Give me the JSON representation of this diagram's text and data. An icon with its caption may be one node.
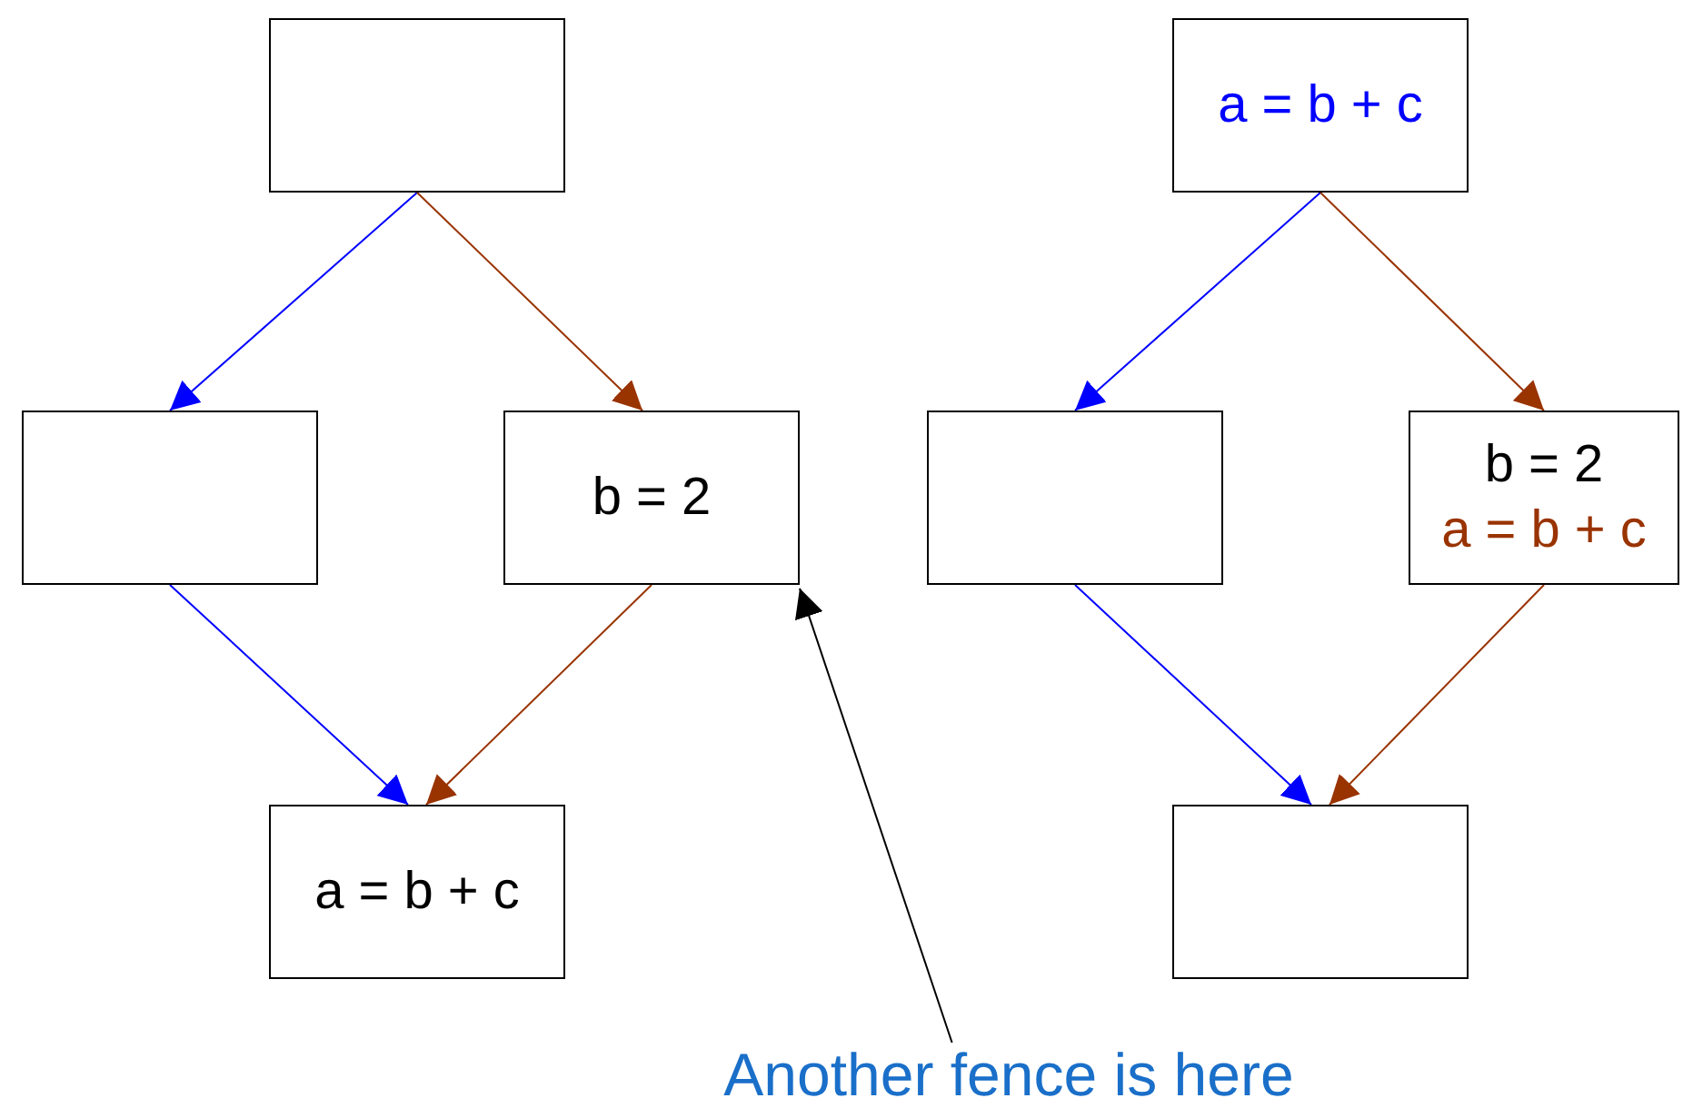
{
  "diagram": {
    "nodes": [
      {
        "text": [],
        "shape": "box"
      },
      {
        "text": [],
        "shape": "box"
      },
      {
        "text": [
          "b = 2"
        ]
      },
      {
        "text": [
          "a = b + c"
        ]
      },
      {
        "text": [
          "a = b + c"
        ]
      },
      {
        "text": [],
        "shape": "box"
      },
      {
        "text": [
          "b = 2",
          "a = b + c"
        ]
      },
      {
        "text": [],
        "shape": "box"
      },
      {
        "text": [
          "Another fence is here"
        ]
      }
    ],
    "edges": [
      {
        "from": 0,
        "to": 1,
        "arrow": "to",
        "color": "#0000ff"
      },
      {
        "from": 0,
        "to": 2,
        "arrow": "to",
        "color": "#993300"
      },
      {
        "from": 1,
        "to": 3,
        "arrow": "to",
        "color": "#0000ff"
      },
      {
        "from": 2,
        "to": 3,
        "arrow": "to",
        "color": "#993300"
      },
      {
        "from": 4,
        "to": 5,
        "arrow": "to",
        "color": "#0000ff"
      },
      {
        "from": 4,
        "to": 6,
        "arrow": "to",
        "color": "#993300"
      },
      {
        "from": 5,
        "to": 7,
        "arrow": "to",
        "color": "#0000ff"
      },
      {
        "from": 6,
        "to": 7,
        "arrow": "to",
        "color": "#993300"
      },
      {
        "from": 8,
        "to": 2,
        "arrow": "to",
        "color": "#000000"
      }
    ]
  }
}
